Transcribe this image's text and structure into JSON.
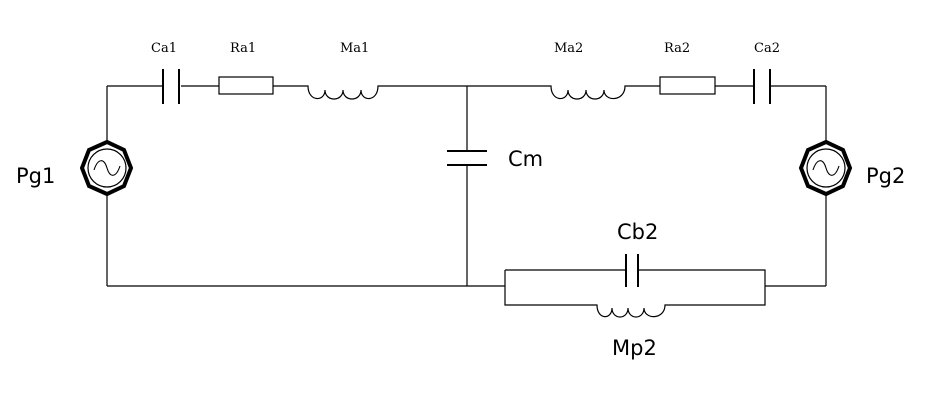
{
  "components": {
    "Ca1": "Ca1",
    "Ra1": "Ra1",
    "Ma1": "Ma1",
    "Ma2": "Ma2",
    "Ra2": "Ra2",
    "Ca2": "Ca2",
    "Cm": "Cm",
    "Pg1": "Pg1",
    "Pg2": "Pg2",
    "Cb2": "Cb2",
    "Mp2": "Mp2"
  }
}
